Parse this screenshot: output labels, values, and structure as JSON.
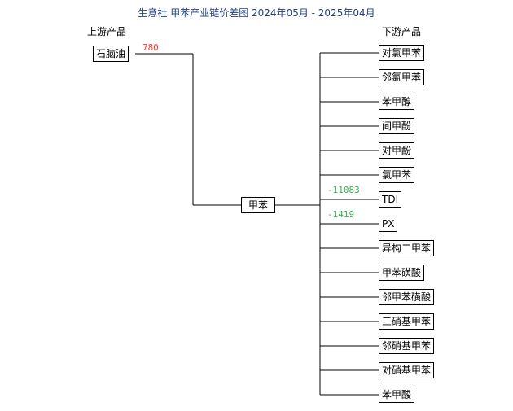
{
  "title": "生意社 甲苯产业链价差图    2024年05月 - 2025年04月",
  "upstream_header": "上游产品",
  "downstream_header": "下游产品",
  "upstream": {
    "label": "石脑油",
    "diff": "780"
  },
  "center": {
    "label": "甲苯"
  },
  "downstream": [
    {
      "label": "对氯甲苯"
    },
    {
      "label": "邻氯甲苯"
    },
    {
      "label": "苯甲醇"
    },
    {
      "label": "间甲酚"
    },
    {
      "label": "对甲酚"
    },
    {
      "label": "氯甲苯"
    },
    {
      "label": "TDI",
      "diff": "-11083"
    },
    {
      "label": "PX",
      "diff": "-1419"
    },
    {
      "label": "异构二甲苯"
    },
    {
      "label": "甲苯磺酸"
    },
    {
      "label": "邻甲苯磺酸"
    },
    {
      "label": "三硝基甲苯"
    },
    {
      "label": "邻硝基甲苯"
    },
    {
      "label": "对硝基甲苯"
    },
    {
      "label": "苯甲酸"
    }
  ],
  "colors": {
    "title": "#1f3f7f",
    "positive": "#ff3b30",
    "negative": "#2fb44a"
  }
}
